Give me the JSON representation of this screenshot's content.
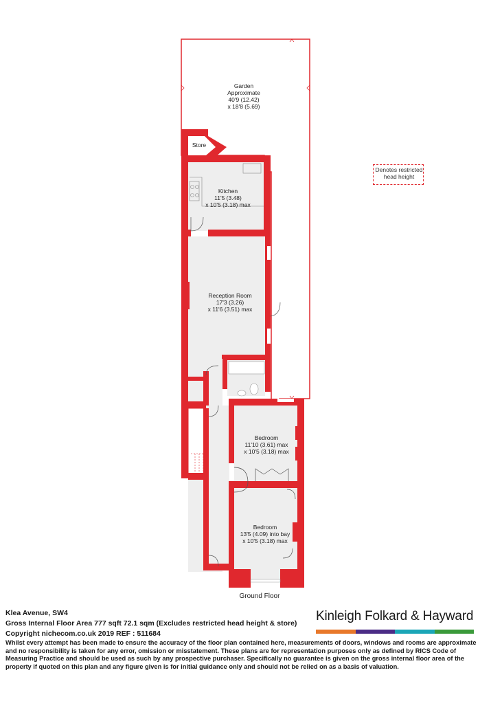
{
  "plan": {
    "rooms": [
      {
        "id": "garden",
        "lines": [
          "Garden",
          "Approximate",
          "40'9 (12.42)",
          "x 18'8 (5.69)"
        ]
      },
      {
        "id": "store",
        "lines": [
          "Store"
        ]
      },
      {
        "id": "kitchen",
        "lines": [
          "Kitchen",
          "11'5 (3.48)",
          "x 10'5 (3.18) max"
        ]
      },
      {
        "id": "reception",
        "lines": [
          "Reception Room",
          "17'3 (3.26)",
          "x 11'6 (3.51) max"
        ]
      },
      {
        "id": "bedroom1",
        "lines": [
          "Bedroom",
          "11'10 (3.61) max",
          "x 10'5 (3.18) max"
        ]
      },
      {
        "id": "bedroom2",
        "lines": [
          "Bedroom",
          "13'5 (4.09) into bay",
          "x 10'5 (3.18) max"
        ]
      }
    ],
    "legend": [
      "Denotes restricted",
      "head height"
    ],
    "floor_title": "Ground Floor",
    "wall_color": "#e0282e",
    "floor_color": "#eeeeee"
  },
  "footer": {
    "address": "Klea Avenue, SW4",
    "area": "Gross Internal Floor Area 777 sqft 72.1 sqm (Excludes restricted head height & store)",
    "copyright": "Copyright nichecom.co.uk 2019 REF : 511684",
    "disclaimer": "Whilst every attempt has been made to ensure the accuracy of the floor plan contained here, measurements of doors, windows and rooms are approximate and no responsibility is taken for any error, omission or misstatement.  These plans are for representation purposes only as defined by RICS Code of Measuring Practice and should be used as such by any prospective purchaser.  Specifically no guarantee is given on the gross internal floor area of the property if quoted on this plan and any figure given is for initial guidance only and should not be relied on as a basis of valuation.",
    "brand": "Kinleigh Folkard & Hayward",
    "brand_colors": [
      "#e8782a",
      "#4b2c86",
      "#1aa6b7",
      "#3a9a3a"
    ]
  }
}
